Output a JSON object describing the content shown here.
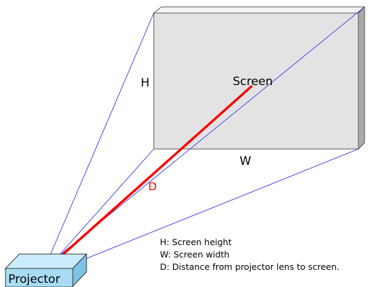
{
  "labels": {
    "screen": "Screen",
    "height": "H",
    "width": "W",
    "distance": "D",
    "projector": "Projector"
  },
  "legend": [
    "H: Screen height",
    "W: Screen width",
    "D: Distance from projector lens to screen."
  ],
  "colors": {
    "screen_face": "#e3e3e3",
    "screen_side": "#a9a9a9",
    "projection_lines": "#3333ee",
    "distance_line": "#ff0000",
    "projector_face": "#a8dcf5",
    "projector_top": "#cbecfb",
    "projector_side": "#7ec2e6"
  }
}
